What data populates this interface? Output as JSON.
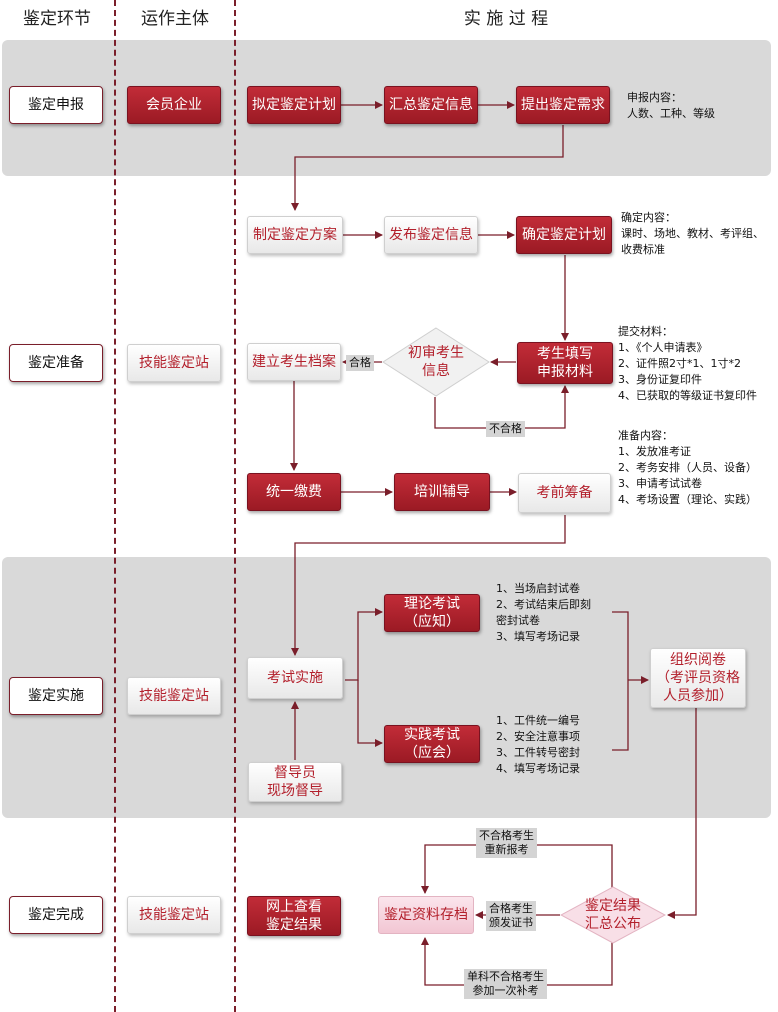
{
  "headers": {
    "col1": "鉴定环节",
    "col2": "运作主体",
    "col3": "实 施 过 程"
  },
  "stages": {
    "apply": "鉴定申报",
    "prepare": "鉴定准备",
    "implement": "鉴定实施",
    "complete": "鉴定完成"
  },
  "actors": {
    "apply": "会员企业",
    "prepare": "技能鉴定站",
    "implement": "技能鉴定站",
    "complete": "技能鉴定站"
  },
  "steps": {
    "draft_plan": "拟定鉴定计划",
    "collect_info": "汇总鉴定信息",
    "submit_demand": "提出鉴定需求",
    "make_scheme": "制定鉴定方案",
    "publish_info": "发布鉴定信息",
    "confirm_plan": "确定鉴定计划",
    "fill_materials": "考生填写\n申报材料",
    "first_review": "初审考生\n信息",
    "build_archive": "建立考生档案",
    "unified_payment": "统一缴费",
    "training": "培训辅导",
    "pre_exam": "考前筹备",
    "exam_impl": "考试实施",
    "theory_exam": "理论考试\n（应知）",
    "practice_exam": "实践考试\n（应会）",
    "supervisor": "督导员\n现场督导",
    "organize_marking": "组织阅卷\n（考评员资格\n人员参加）",
    "check_online": "网上查看\n鉴定结果",
    "archive_data": "鉴定资料存档",
    "result_publish": "鉴定结果\n汇总公布"
  },
  "labels": {
    "pass": "合格",
    "fail": "不合格",
    "fail_retake": "不合格考生\n重新报考",
    "pass_cert": "合格考生\n颁发证书",
    "single_fail": "单科不合格考生\n参加一次补考"
  },
  "notes": {
    "apply": "申报内容：\n人数、工种、等级",
    "confirm": "确定内容：\n课时、场地、教材、考评组、\n收费标准",
    "submit": "提交材料：\n1、《个人申请表》\n2、证件照2寸*1、1寸*2\n3、身份证复印件\n4、已获取的等级证书复印件",
    "prepare": "准备内容：\n1、发放准考证\n2、考务安排（人员、设备）\n3、申请考试试卷\n4、考场设置（理论、实践）",
    "theory": "1、当场启封试卷\n2、考试结束后即刻\n密封试卷\n3、填写考场记录",
    "practice": "1、工件统一编号\n2、安全注意事项\n3、工件转号密封\n4、填写考场记录"
  },
  "colors": {
    "accent": "#a51e2a",
    "band": "#d9d9d9",
    "line": "#7a1e2a"
  }
}
